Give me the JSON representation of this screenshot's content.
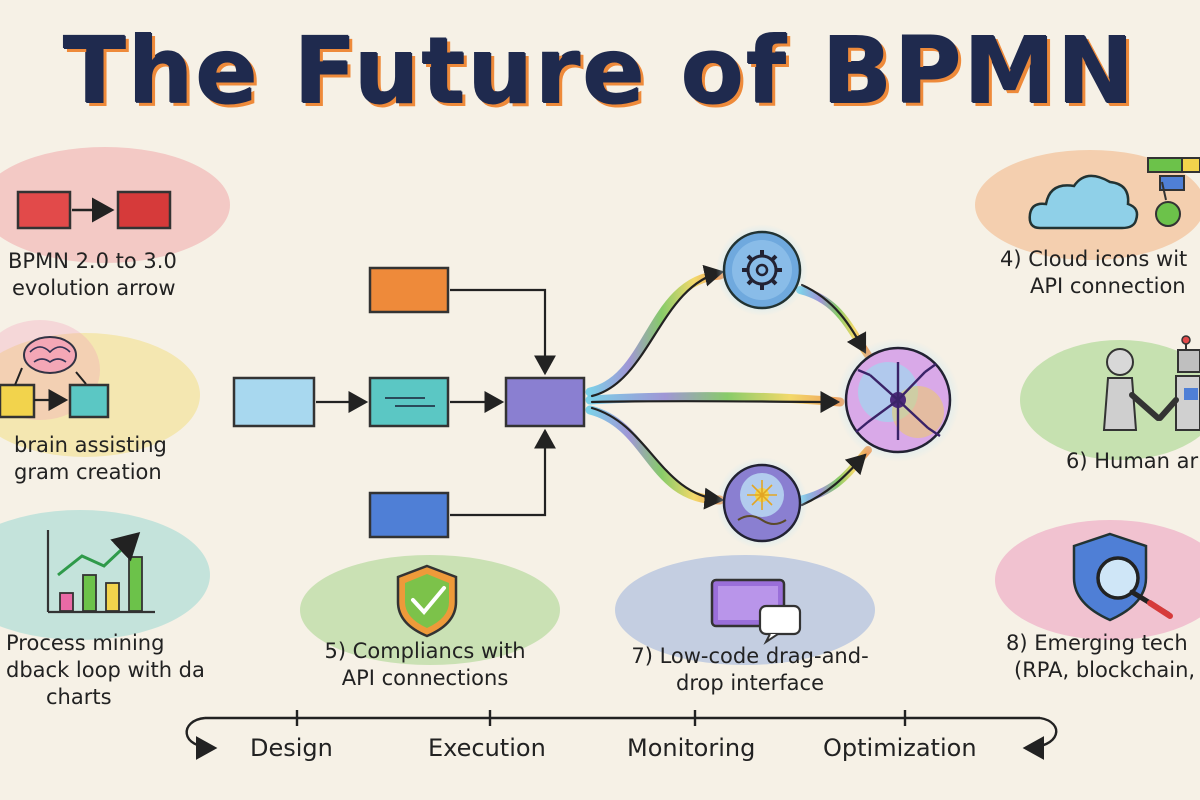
{
  "title": "The Future of BPMN",
  "labels": {
    "evolution": [
      "BPMN 2.0 to 3.0",
      "evolution arrow"
    ],
    "ai_brain": [
      "brain assisting",
      "gram creation"
    ],
    "process_mining": [
      "Process mining",
      "dback loop with da",
      "charts"
    ],
    "cloud": [
      "4) Cloud icons wit",
      "API connection"
    ],
    "compliance": [
      "5) Compliancs with",
      "API connections"
    ],
    "human_ai": [
      "6) Human ar"
    ],
    "low_code": [
      "7) Low-code drag-and-",
      "drop interface"
    ],
    "emerging": [
      "8) Emerging tech",
      "(RPA, blockchain,"
    ]
  },
  "lifecycle": [
    "Design",
    "Execution",
    "Monitoring",
    "Optimization"
  ],
  "colors": {
    "title_ink": "#1f2a4e",
    "title_shadow": "#ee8a3a",
    "red": "#d63a3a",
    "orange": "#ee8a3a",
    "sky": "#8fd0e8",
    "teal": "#5bc7c4",
    "purple": "#8a7fd1",
    "blue": "#4f7fd6",
    "green": "#6cc24a",
    "pink": "#e96aa6",
    "yellow": "#f2d34c"
  },
  "icons": [
    "red-box-icon",
    "brain-icon",
    "bar-chart-icon",
    "cloud-icon",
    "shield-check-icon",
    "handshake-robot-icon",
    "drag-drop-window-icon",
    "shield-magnifier-icon",
    "gear-icon",
    "neural-network-icon",
    "globe-lightbulb-icon"
  ]
}
